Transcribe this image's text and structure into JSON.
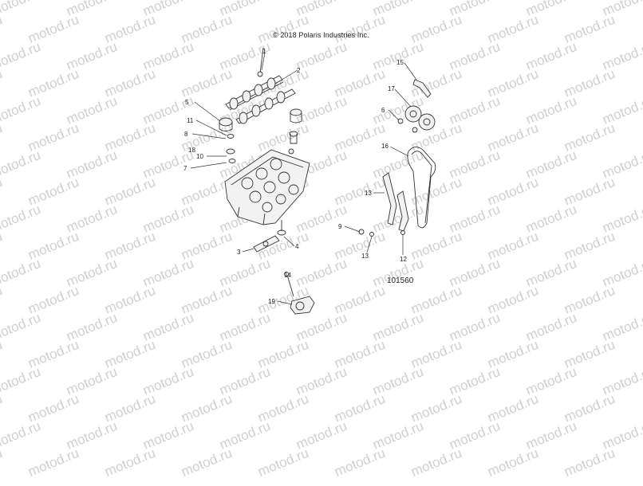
{
  "diagram": {
    "copyright": "© 2018 Polaris Industries Inc.",
    "figure_number": "101560",
    "watermark_text": "motod.ru",
    "callouts": [
      "1",
      "2",
      "3",
      "4",
      "5",
      "6",
      "7",
      "8",
      "9",
      "10",
      "11",
      "12",
      "13",
      "13",
      "14",
      "15",
      "16",
      "17",
      "18",
      "19"
    ]
  }
}
